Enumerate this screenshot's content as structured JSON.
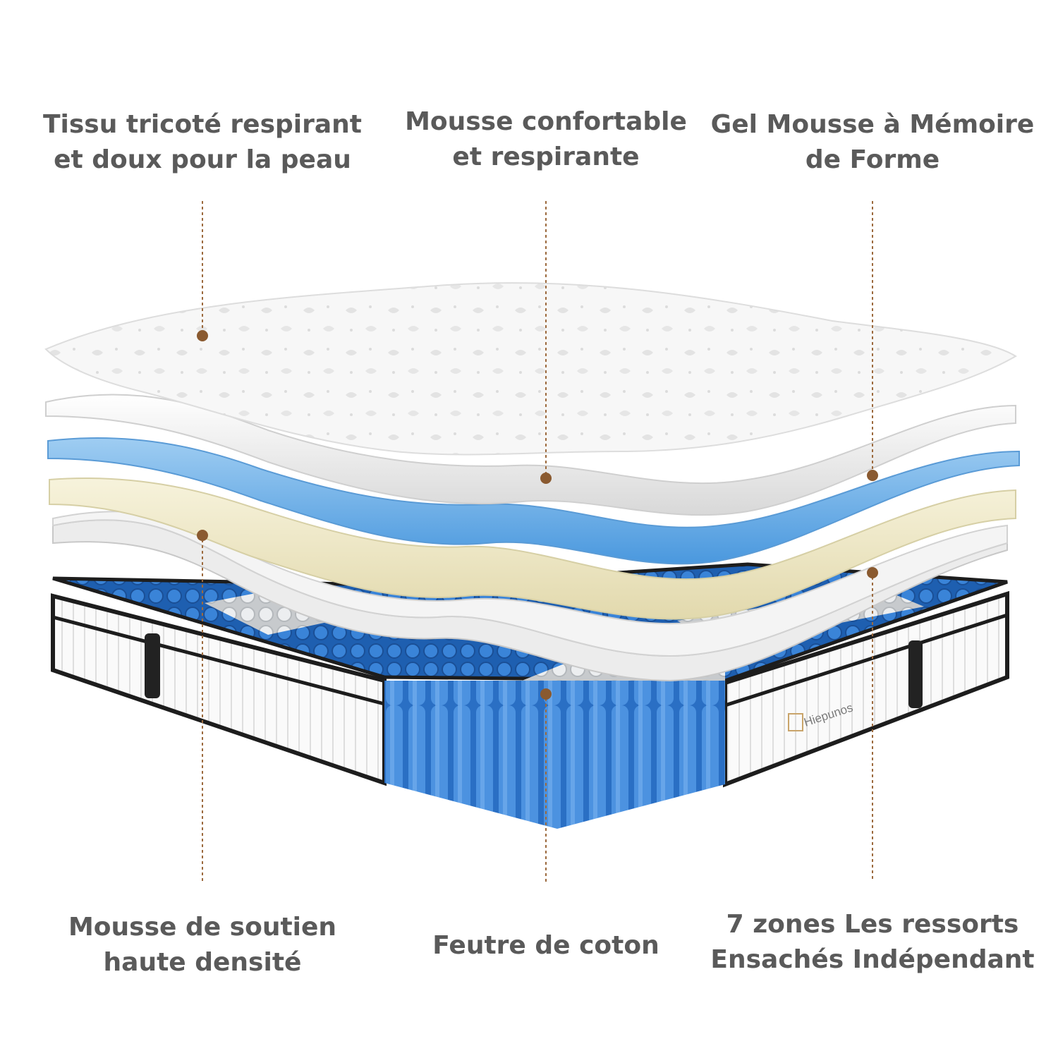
{
  "labels": {
    "top_left": {
      "line1": "Tissu tricoté respirant",
      "line2": "et doux pour la peau"
    },
    "top_center": {
      "line1": "Mousse confortable",
      "line2": "et respirante"
    },
    "top_right": {
      "line1": "Gel Mousse à Mémoire",
      "line2": "de Forme"
    },
    "bottom_left": {
      "line1": "Mousse de soutien",
      "line2": "haute densité"
    },
    "bottom_center": {
      "line1": "Feutre de coton"
    },
    "bottom_right": {
      "line1": "7 zones Les ressorts",
      "line2": "Ensachés Indépendant"
    }
  },
  "brand": {
    "logo_text": "Hiepunos"
  },
  "colors": {
    "label_text": "#5a5a5a",
    "leader_line": "#9c6a3e",
    "marker_dot": "#8a5a30",
    "spring_blue": "#2f78d0",
    "spring_white": "#e6e8ea",
    "gel_blue": "#6aaee6",
    "memory_cream": "#efe9c8",
    "felt_grey": "#e9e9e9",
    "mattress_border": "#1d1d1d"
  }
}
